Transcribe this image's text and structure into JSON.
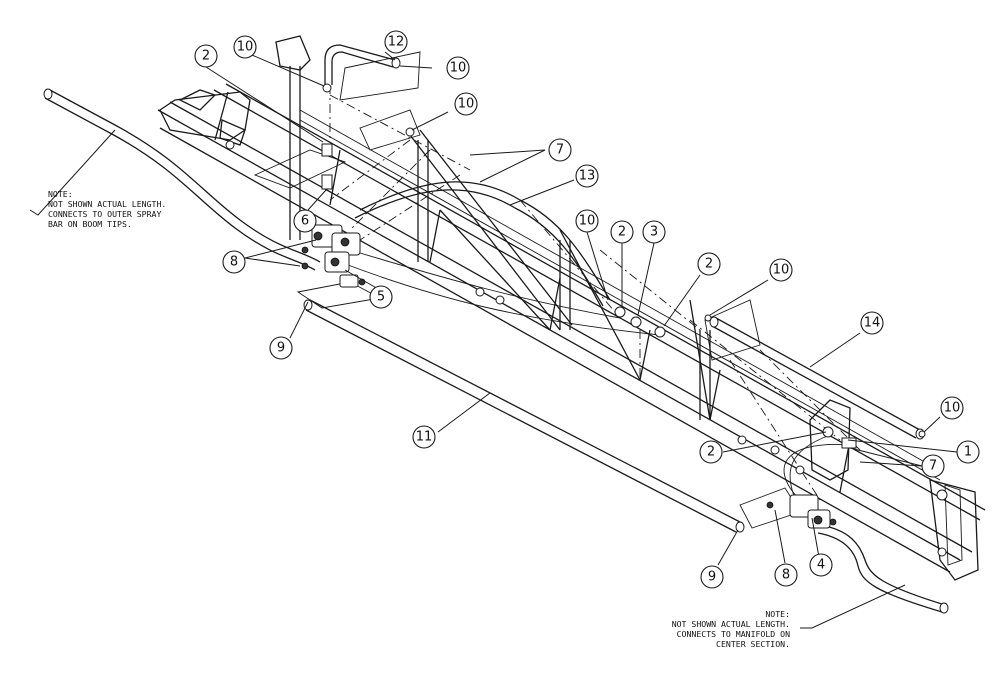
{
  "callouts": [
    "1",
    "2",
    "3",
    "4",
    "5",
    "6",
    "7",
    "8",
    "9",
    "10",
    "11",
    "12",
    "13",
    "14"
  ],
  "note_left": {
    "title": "NOTE:",
    "line1": "NOT SHOWN ACTUAL LENGTH.",
    "line2": "CONNECTS TO OUTER SPRAY",
    "line3": "BAR ON BOOM TIPS."
  },
  "note_right": {
    "title": "NOTE:",
    "line1": "NOT SHOWN ACTUAL LENGTH.",
    "line2": "CONNECTS TO MANIFOLD ON",
    "line3": "CENTER SECTION."
  }
}
